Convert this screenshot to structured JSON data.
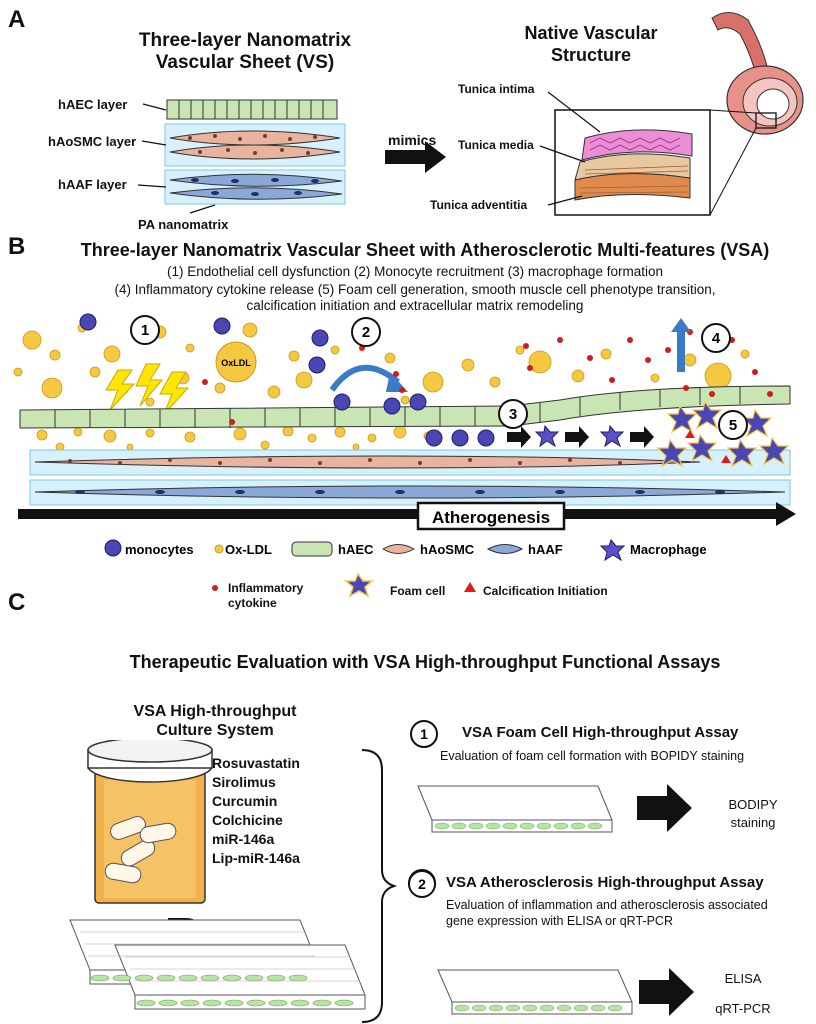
{
  "panel_a": {
    "letter": "A",
    "title": "Three-layer Nanomatrix Vascular Sheet (VS)",
    "layers": {
      "haec": "hAEC layer",
      "haosmc": "hAoSMC layer",
      "haaf": "hAAF layer",
      "pa": "PA nanomatrix"
    },
    "mimics": "mimics",
    "native_title": "Native Vascular Structure",
    "tunica_intima": "Tunica intima",
    "tunica_media": "Tunica media",
    "tunica_adventitia": "Tunica adventitia"
  },
  "panel_b": {
    "letter": "B",
    "title": "Three-layer Nanomatrix Vascular Sheet with Atherosclerotic Multi-features (VSA)",
    "features_line1": "(1)  Endothelial cell dysfunction (2) Monocyte recruitment (3) macrophage formation",
    "features_line2": "(4) Inflammatory cytokine release (5) Foam cell generation, smooth muscle cell phenotype transition, calcification initiation and extracellular matrix remodeling",
    "oxldl_label": "OxLDL",
    "steps": [
      "1",
      "2",
      "3",
      "4",
      "5"
    ],
    "atherogenesis": "Atherogenesis",
    "legend": {
      "monocytes": "monocytes",
      "oxldl": "Ox-LDL",
      "haec": "hAEC",
      "haosmc": "hAoSMC",
      "haaf": "hAAF",
      "macrophage": "Macrophage",
      "cytokine": "Inflammatory cytokine",
      "foam": "Foam cell",
      "calcification": "Calcification Initiation"
    },
    "colors": {
      "monocyte": "#4a47b5",
      "oxldl": "#f5c842",
      "haec": "#c9e5b4",
      "haosmc": "#e8b4a0",
      "haaf": "#8aa9d8",
      "cytokine": "#d01c1c",
      "calcification": "#e01919",
      "nanomatrix": "#d6f1fb"
    }
  },
  "panel_c": {
    "letter": "C",
    "title": "Therapeutic Evaluation with VSA High-throughput Functional Assays",
    "culture_title": "VSA High-throughput Culture System",
    "drugs": [
      "Rosuvastatin",
      "Sirolimus",
      "Curcumin",
      "Colchicine",
      "miR-146a",
      "Lip-miR-146a"
    ],
    "assay1": {
      "num": "1",
      "title": "VSA Foam Cell High-throughput Assay",
      "desc": "Evaluation of foam cell formation  with BOPIDY staining",
      "output": [
        "BODIPY",
        "staining"
      ]
    },
    "assay2": {
      "num": "2",
      "title": "VSA Atherosclerosis High-throughput Assay",
      "desc": "Evaluation of inflammation and atherosclerosis associated gene expression with ELISA or qRT-PCR",
      "output": [
        "ELISA",
        "qRT-PCR"
      ]
    }
  }
}
